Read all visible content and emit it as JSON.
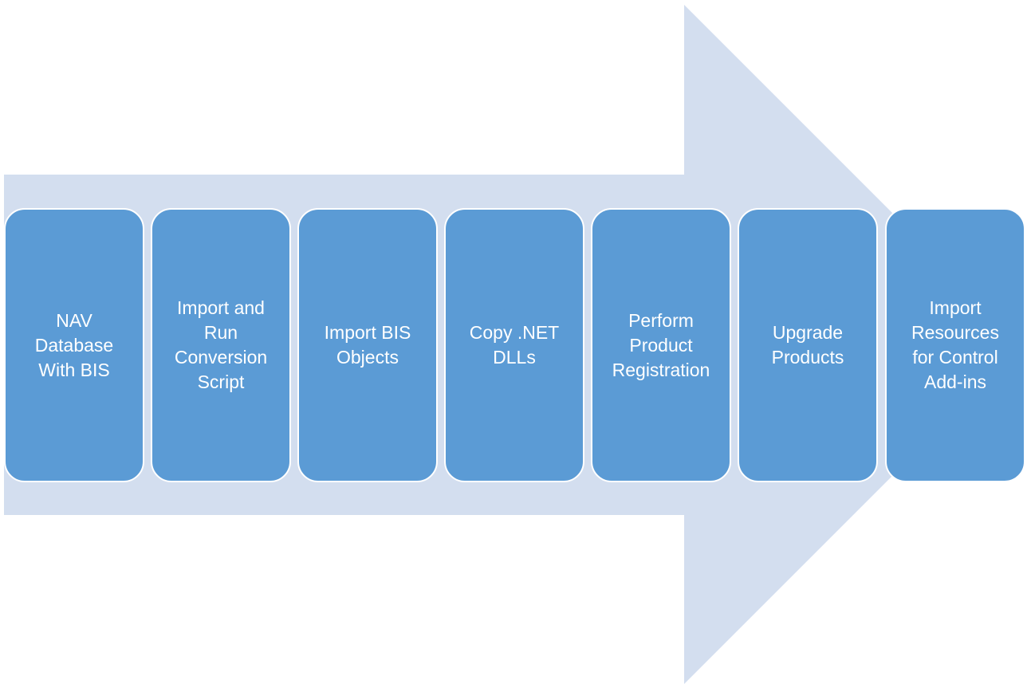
{
  "colors": {
    "arrow": "#d3deef",
    "box": "#5b9bd5",
    "text": "#ffffff"
  },
  "steps": [
    {
      "label": "NAV\nDatabase\nWith BIS"
    },
    {
      "label": "Import and\nRun\nConversion\nScript"
    },
    {
      "label": "Import BIS\nObjects"
    },
    {
      "label": "Copy .NET\nDLLs"
    },
    {
      "label": "Perform\nProduct\nRegistration"
    },
    {
      "label": "Upgrade\nProducts"
    },
    {
      "label": "Import\nResources\nfor Control\nAdd-ins"
    }
  ]
}
